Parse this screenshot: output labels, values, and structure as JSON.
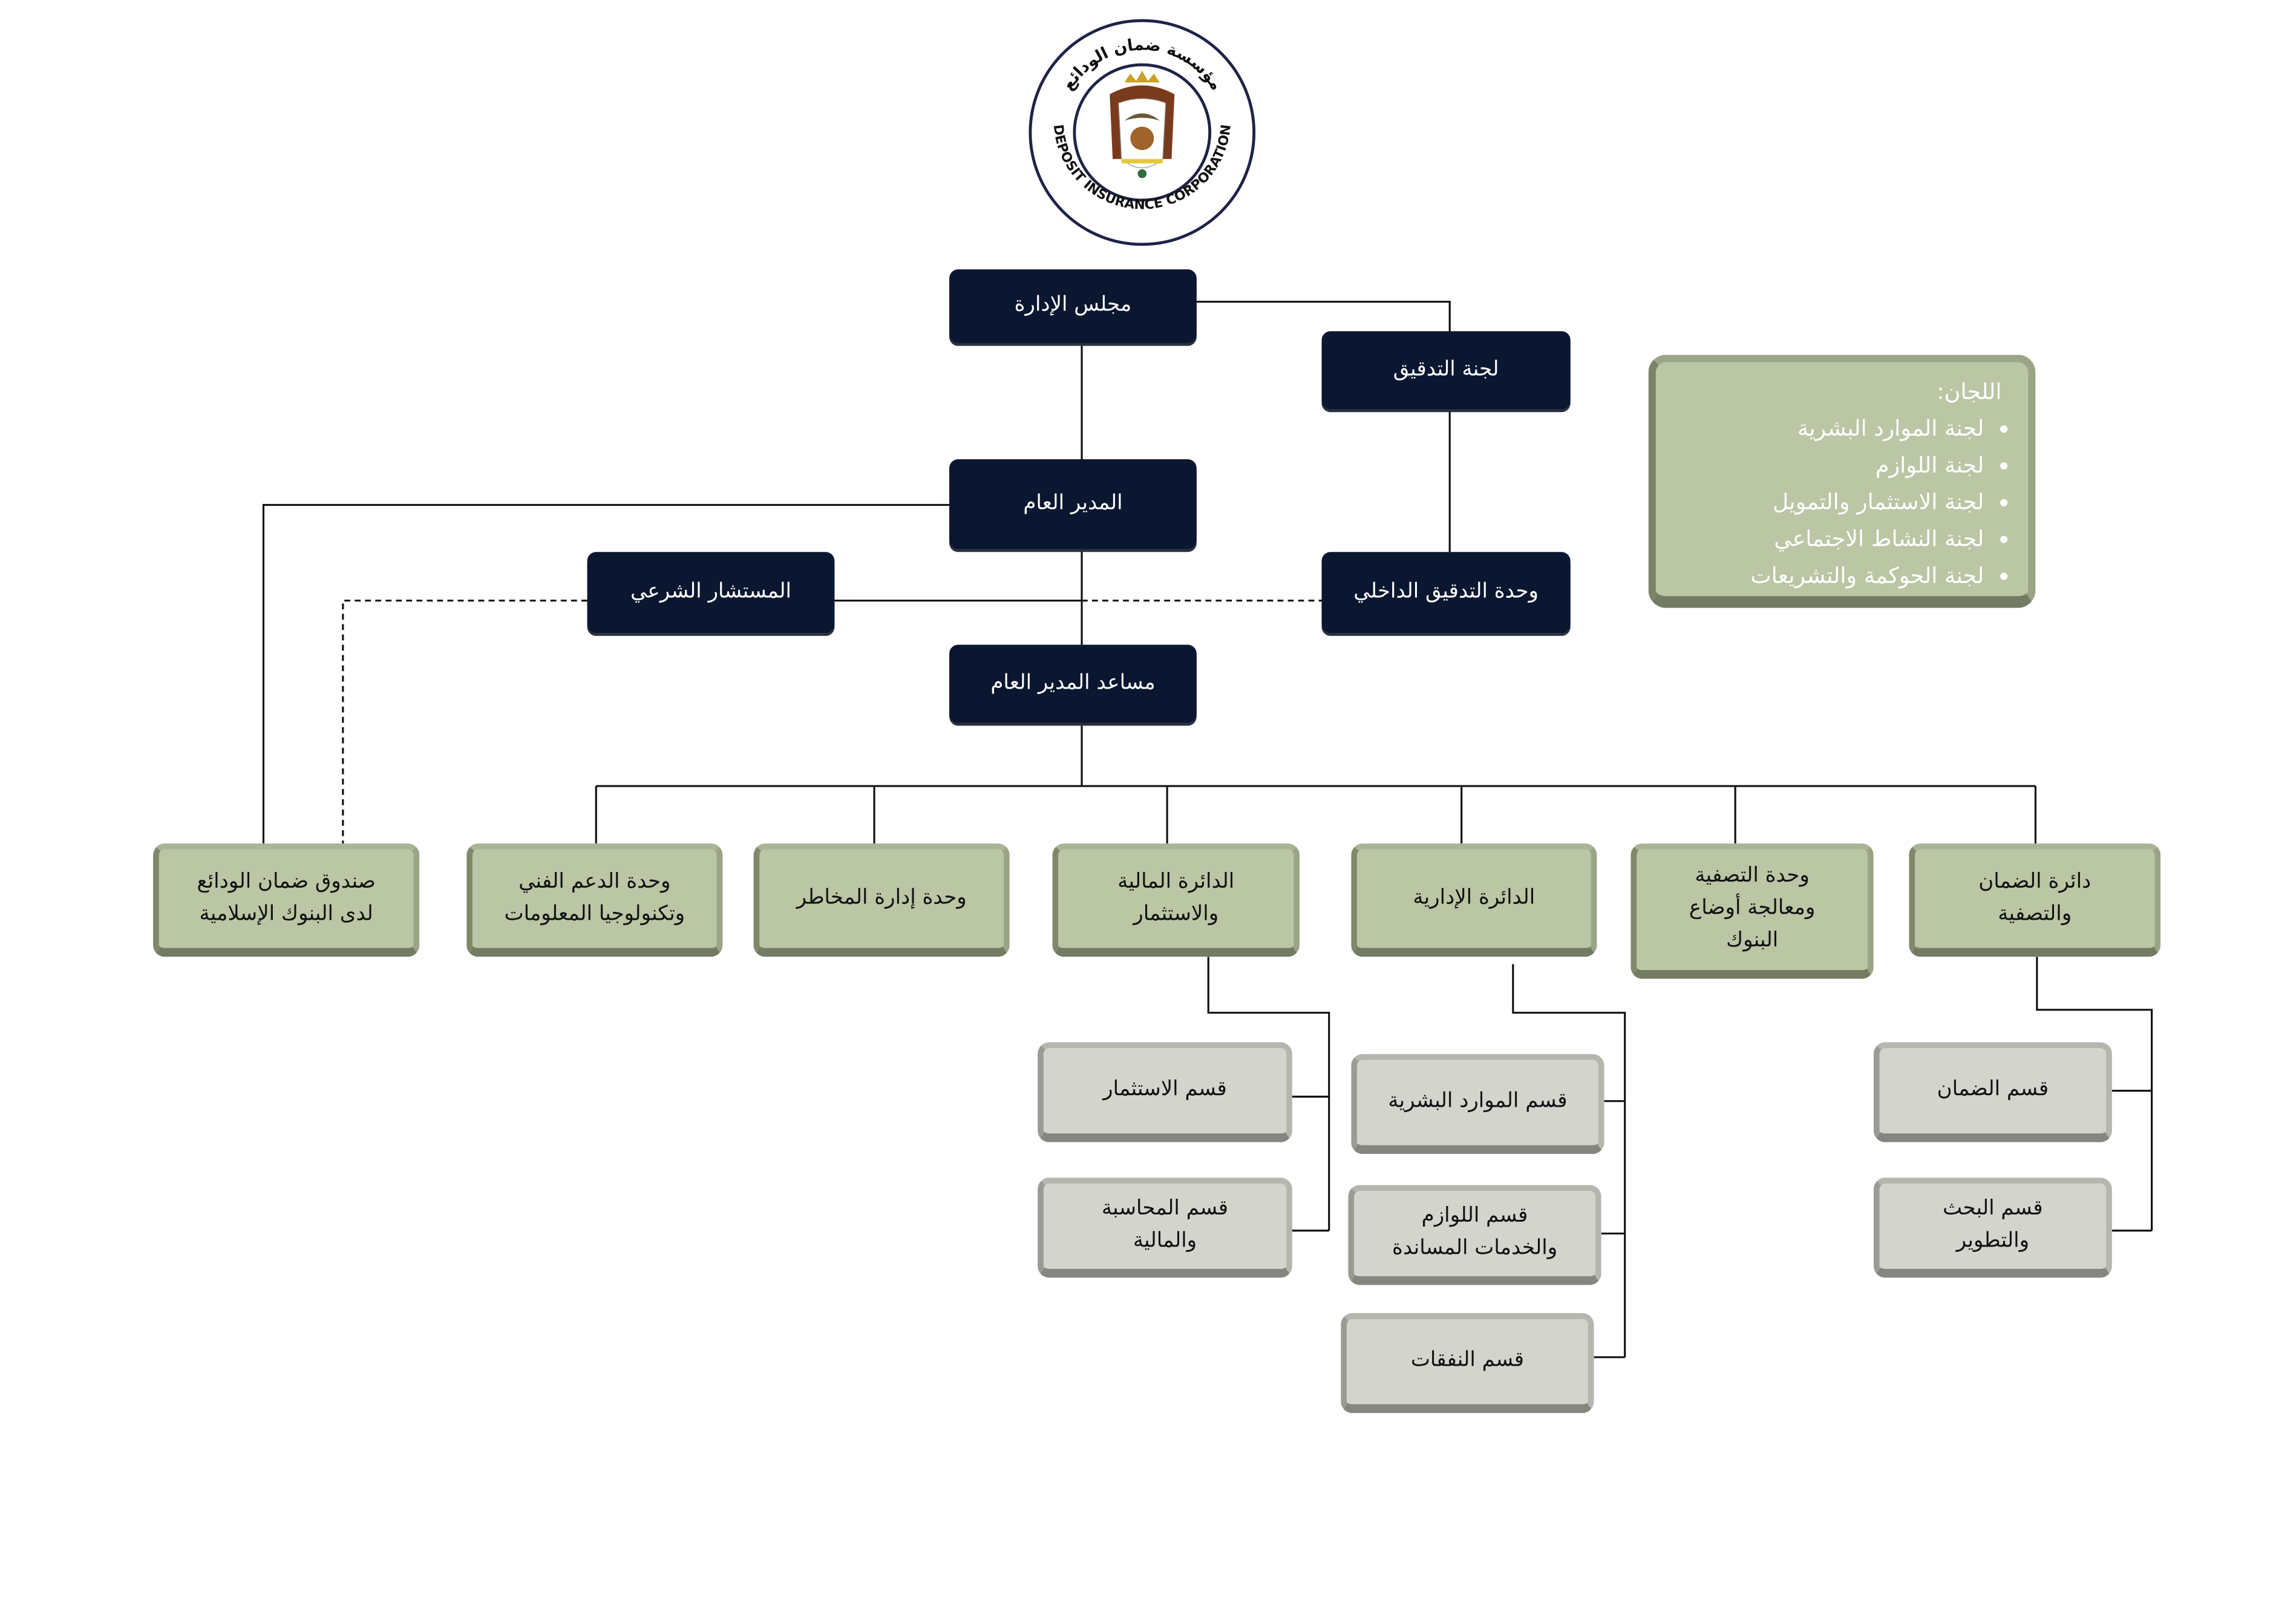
{
  "logo": {
    "arabic": "مؤسسة ضمان الودائع",
    "english": "DEPOSIT INSURANCE CORPORATION"
  },
  "nodes": {
    "board": "مجلس الإدارة",
    "audit_committee": "لجنة التدقيق",
    "general_manager": "المدير العام",
    "sharia_advisor": "المستشار الشرعي",
    "internal_audit": "وحدة التدقيق الداخلي",
    "assistant_gm": "مساعد المدير العام",
    "islamic_fund": "صندوق ضمان الودائع\nلدى البنوك الإسلامية",
    "it_unit": "وحدة الدعم الفني\nوتكنولوجيا  المعلومات",
    "risk_unit": "وحدة إدارة المخاطر",
    "finance_dept": "الدائرة المالية\nوالاستثمار",
    "admin_dept": "الدائرة الإدارية",
    "liquidation_unit": "وحدة التصفية\nومعالجة أوضاع\nالبنوك",
    "guarantee_dept": "دائرة الضمان\nوالتصفية",
    "investment_section": "قسم الاستثمار",
    "accounting_section": "قسم المحاسبة\nوالمالية",
    "hr_section": "قسم الموارد البشرية",
    "supplies_section": "قسم اللوازم\nوالخدمات المساندة",
    "expenses_section": "قسم النفقات",
    "guarantee_section": "قسم الضمان",
    "research_section": "قسم البحث\nوالتطوير"
  },
  "committees": {
    "title": "اللجان:",
    "items": [
      "لجنة الموارد البشرية",
      "لجنة اللوازم",
      "لجنة الاستثمار والتمويل",
      "لجنة النشاط الاجتماعي",
      "لجنة الحوكمة والتشريعات"
    ]
  },
  "colors": {
    "navy": "#0b1730",
    "green": "#bac6a4",
    "grey": "#d3d4cc"
  }
}
